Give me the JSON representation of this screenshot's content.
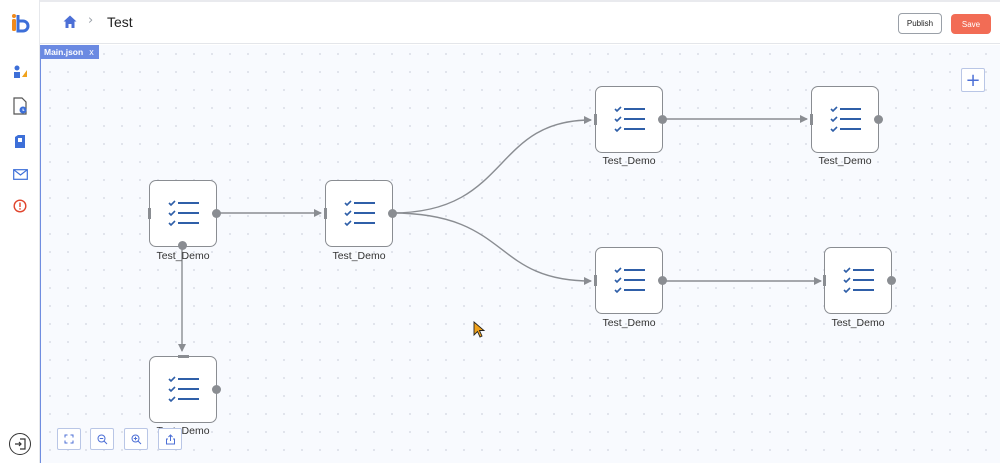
{
  "header": {
    "title": "Test",
    "publish_label": "Publish",
    "save_label": "Save"
  },
  "editor": {
    "file_tab": "Main.json",
    "tab_close": "x",
    "add_label": "+"
  },
  "nodes": [
    {
      "label": "Test_Demo"
    },
    {
      "label": "Test_Demo"
    },
    {
      "label": "Test_Demo"
    },
    {
      "label": "Test_Demo"
    },
    {
      "label": "Test_Demo"
    },
    {
      "label": "Test_Demo"
    },
    {
      "label": "Test_Demo"
    }
  ],
  "colors": {
    "accent": "#4c6fd6",
    "save": "#f26c55",
    "tab": "#6b8ae2",
    "connector": "#8a8d92",
    "node_icon": "#2f5fa8"
  },
  "icons": [
    "logo-icon",
    "workflow-icon",
    "document-clock-icon",
    "sim-card-icon",
    "mail-icon",
    "alert-icon",
    "logout-icon",
    "home-icon",
    "fit-view-icon",
    "zoom-out-icon",
    "zoom-in-icon",
    "export-icon",
    "checklist-icon"
  ]
}
